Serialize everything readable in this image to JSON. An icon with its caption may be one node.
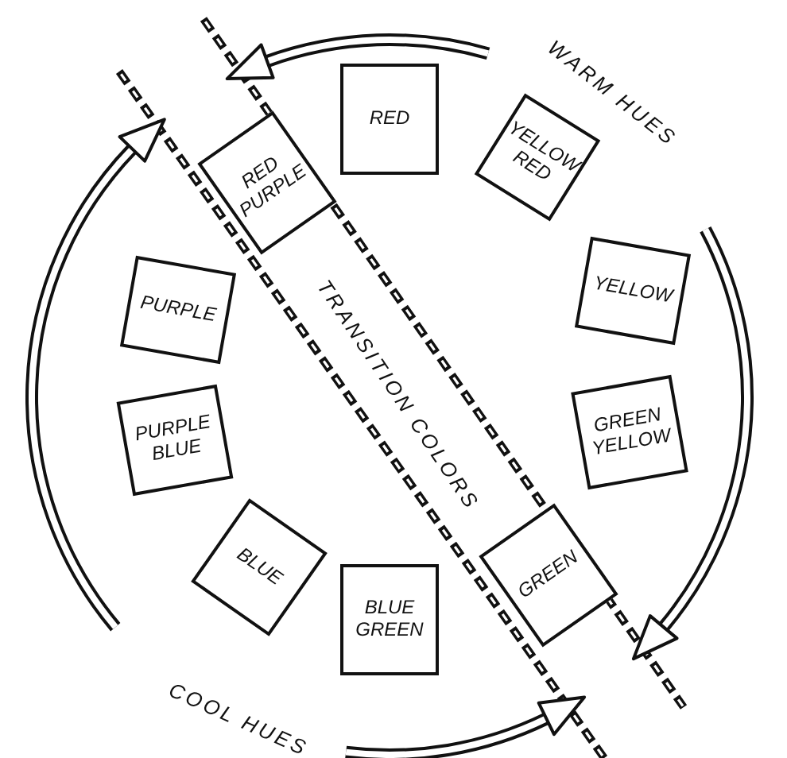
{
  "diagram": {
    "nodes": [
      {
        "text": [
          "RED"
        ]
      },
      {
        "text": [
          "YELLOW RED"
        ]
      },
      {
        "text": [
          "YELLOW"
        ]
      },
      {
        "text": [
          "GREEN YELLOW"
        ]
      },
      {
        "text": [
          "GREEN"
        ]
      },
      {
        "text": [
          "BLUE GREEN"
        ]
      },
      {
        "text": [
          "BLUE"
        ]
      },
      {
        "text": [
          "PURPLE BLUE"
        ]
      },
      {
        "text": [
          "PURPLE"
        ]
      },
      {
        "text": [
          "RED PURPLE"
        ]
      }
    ],
    "labels": [
      "WARM HUES",
      "TRANSITION COLORS",
      "COOL HUES"
    ]
  }
}
